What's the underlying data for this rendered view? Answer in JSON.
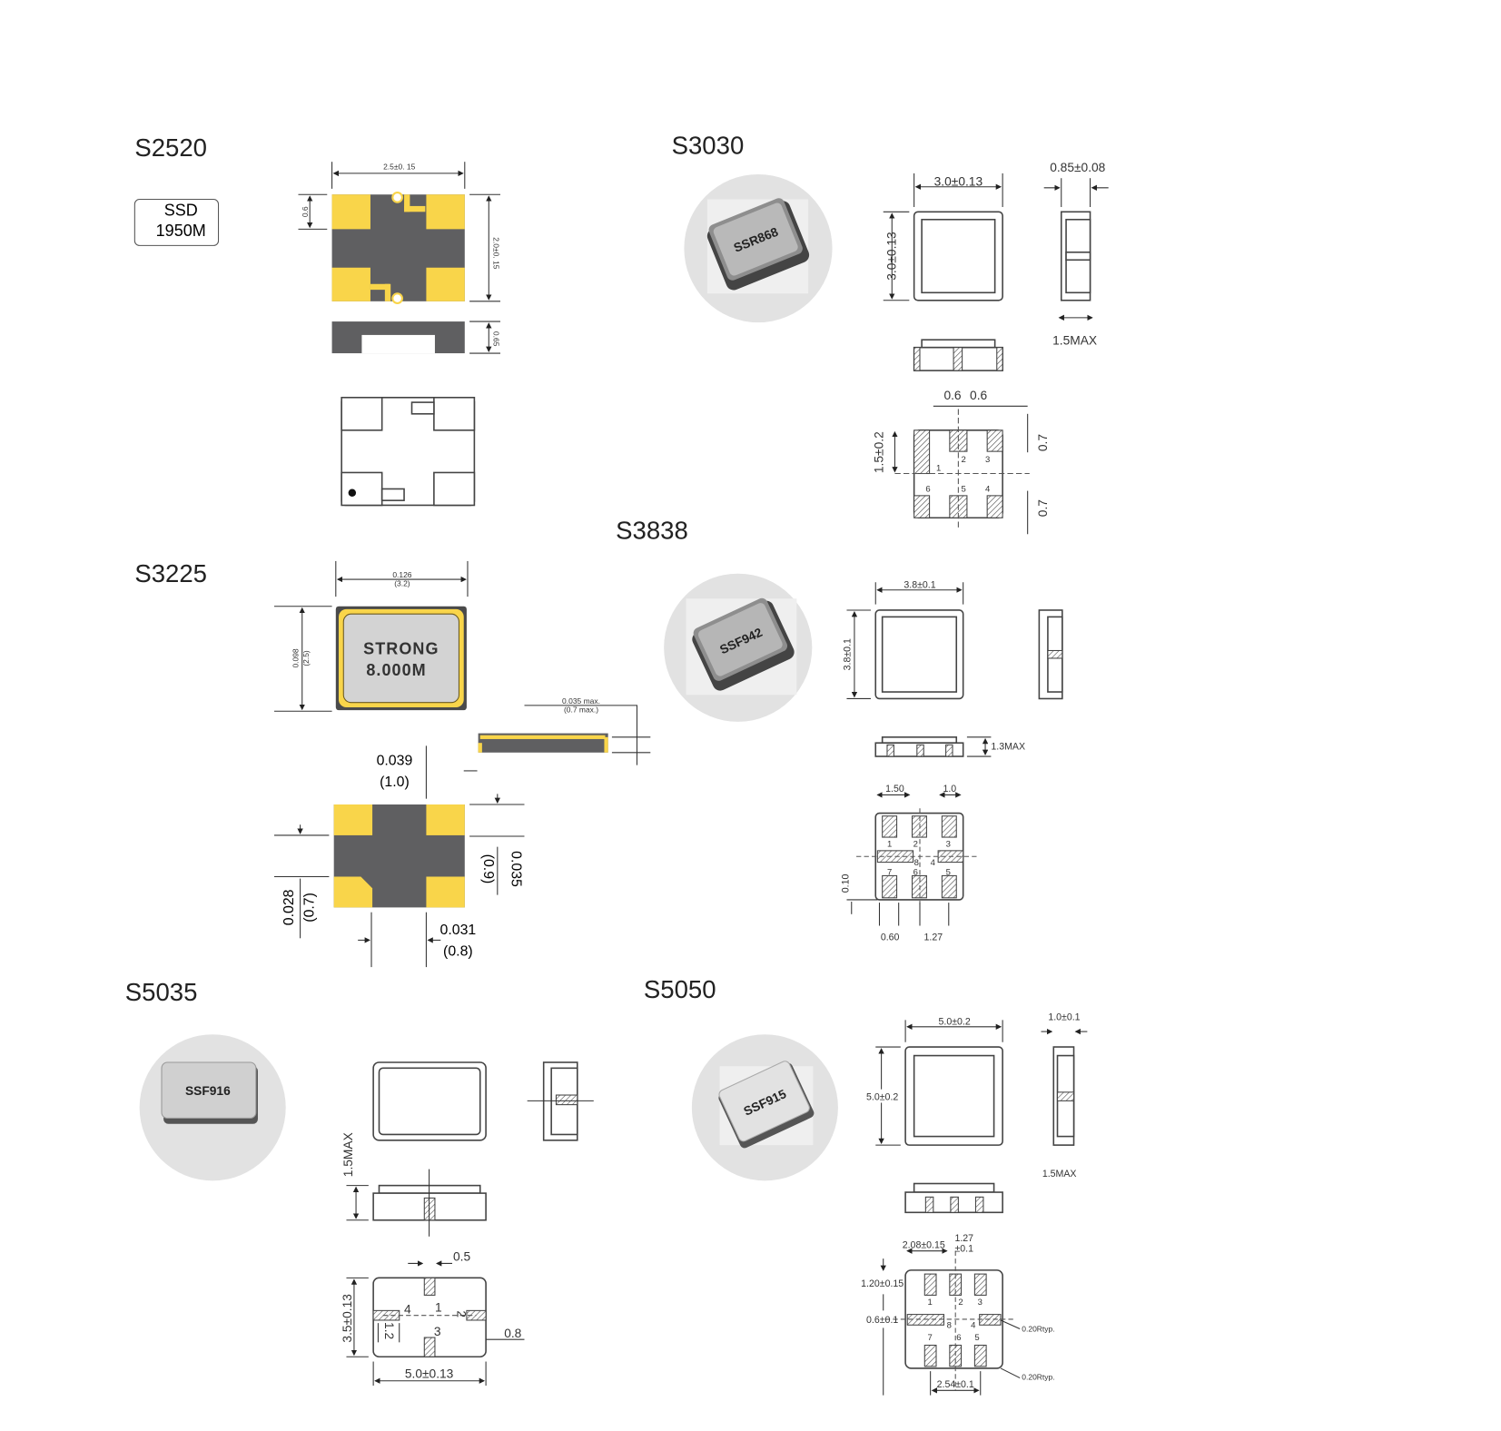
{
  "s2520": {
    "title": "S2520",
    "label_line1": "SSD",
    "label_line2": "1950M",
    "width": "2.5±0. 15",
    "pad": "0.6",
    "height": "2.0±0. 15",
    "thickness": "0.65"
  },
  "s3030": {
    "title": "S3030",
    "chip": "SSR868",
    "width": "3.0±0.13",
    "height": "3.0±0.13",
    "side_w": "0.85±0.08",
    "max": "1.5MAX",
    "pad_a": "0.6",
    "pad_b": "0.6",
    "pitch": "1.5±0.2",
    "pad_h1": "0.7",
    "pad_h2": "0.7",
    "pins": [
      "1",
      "2",
      "3",
      "4",
      "5",
      "6"
    ]
  },
  "s3225": {
    "title": "S3225",
    "chip_line1": "STRONG",
    "chip_line2": "8.000M",
    "w_in": "0.126",
    "w_mm": "(3.2)",
    "h_in": "0.098",
    "h_mm": "(2.5)",
    "t_in": "0.035 max.",
    "t_mm": "(0.7 max.)",
    "pw_in": "0.039",
    "pw_mm": "(1.0)",
    "ph_in": "0.035",
    "ph_mm": "(0.9)",
    "gap_in": "0.028",
    "gap_mm": "(0.7)",
    "gw_in": "0.031",
    "gw_mm": "(0.8)"
  },
  "s3838": {
    "title": "S3838",
    "chip": "SSF942",
    "width": "3.8±0.1",
    "height": "3.8±0.1",
    "max": "1.3MAX",
    "pad_w": "1.50",
    "pad_w2": "1.0",
    "edge": "0.10",
    "pad_x": "0.60",
    "pitch": "1.27",
    "pins": [
      "1",
      "2",
      "3",
      "4",
      "5",
      "6",
      "7",
      "8"
    ]
  },
  "s5035": {
    "title": "S5035",
    "chip": "SSF916",
    "max": "1.5MAX",
    "pad_w": "0.5",
    "height": "3.5±0.13",
    "width": "5.0±0.13",
    "pad_side": "0.8",
    "pad_h": "1.2",
    "pins": [
      "1",
      "2",
      "3",
      "4"
    ]
  },
  "s5050": {
    "title": "S5050",
    "chip": "SSF915",
    "width": "5.0±0.2",
    "height": "5.0±0.2",
    "side_w": "1.0±0.1",
    "max": "1.5MAX",
    "pad_w": "2.08±0.15",
    "pitch_a": "1.27",
    "pitch_b": "±0.1",
    "pad_h": "1.20±0.15",
    "pad_c": "0.6±0.1",
    "radius1": "0.20Rtyp.",
    "radius2": "0.20Rtyp.",
    "pitch2": "2.54±0.1",
    "pins": [
      "1",
      "2",
      "3",
      "4",
      "5",
      "6",
      "7",
      "8"
    ]
  }
}
